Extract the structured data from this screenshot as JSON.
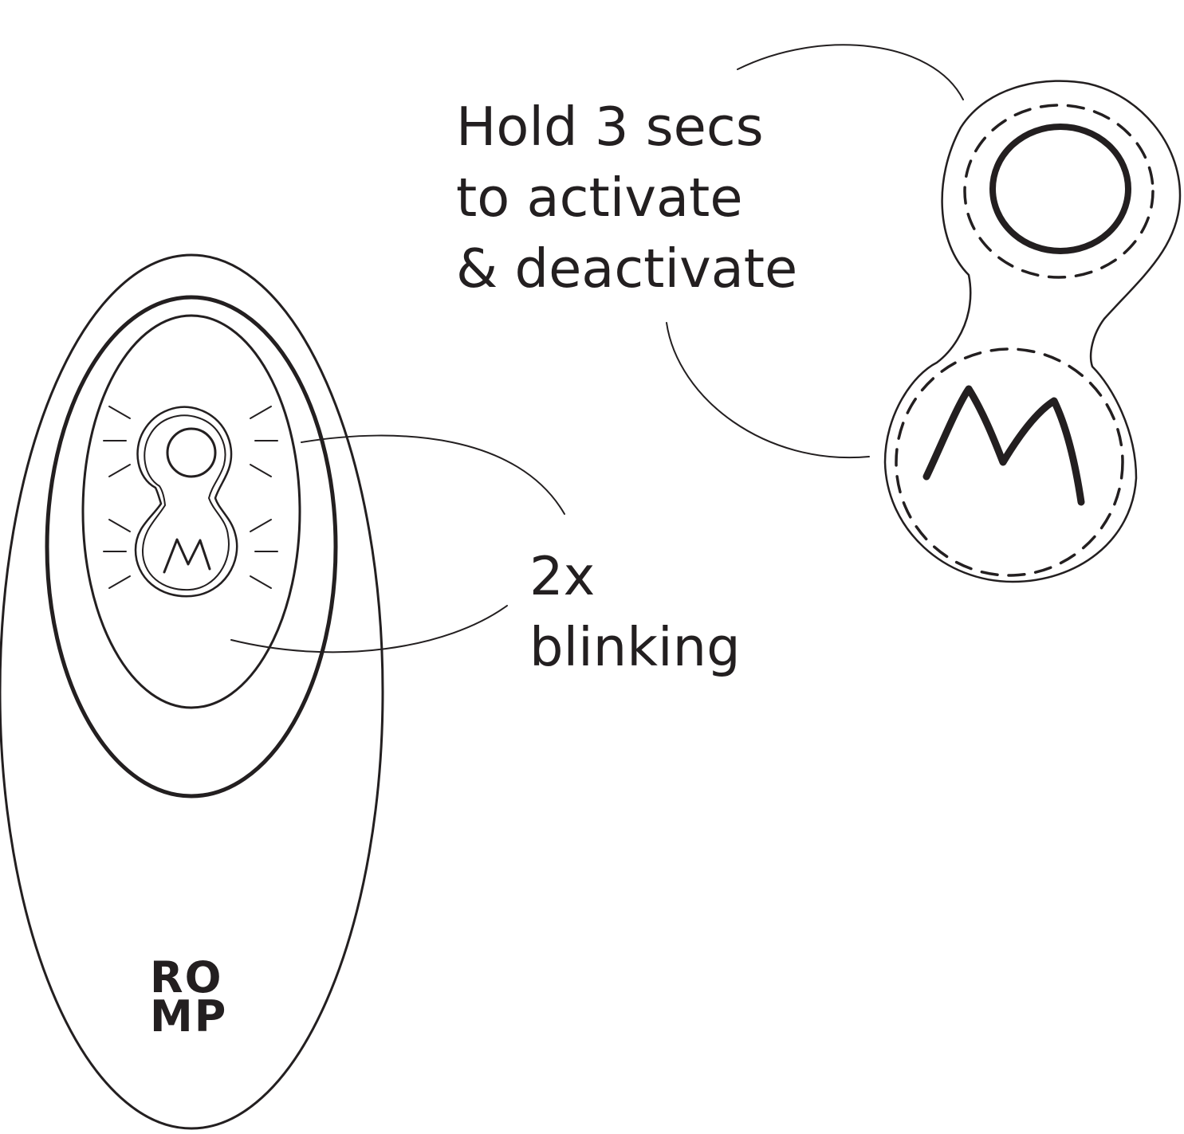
{
  "callouts": {
    "hold": {
      "line1": "Hold 3 secs",
      "line2": "to activate",
      "line3": "& deactivate"
    },
    "blink": {
      "line1": "2x",
      "line2": "blinking"
    }
  },
  "remote": {
    "brand_line1": "RO",
    "brand_line2": "MP"
  },
  "colors": {
    "ink": "#231f20",
    "background": "#ffffff"
  }
}
